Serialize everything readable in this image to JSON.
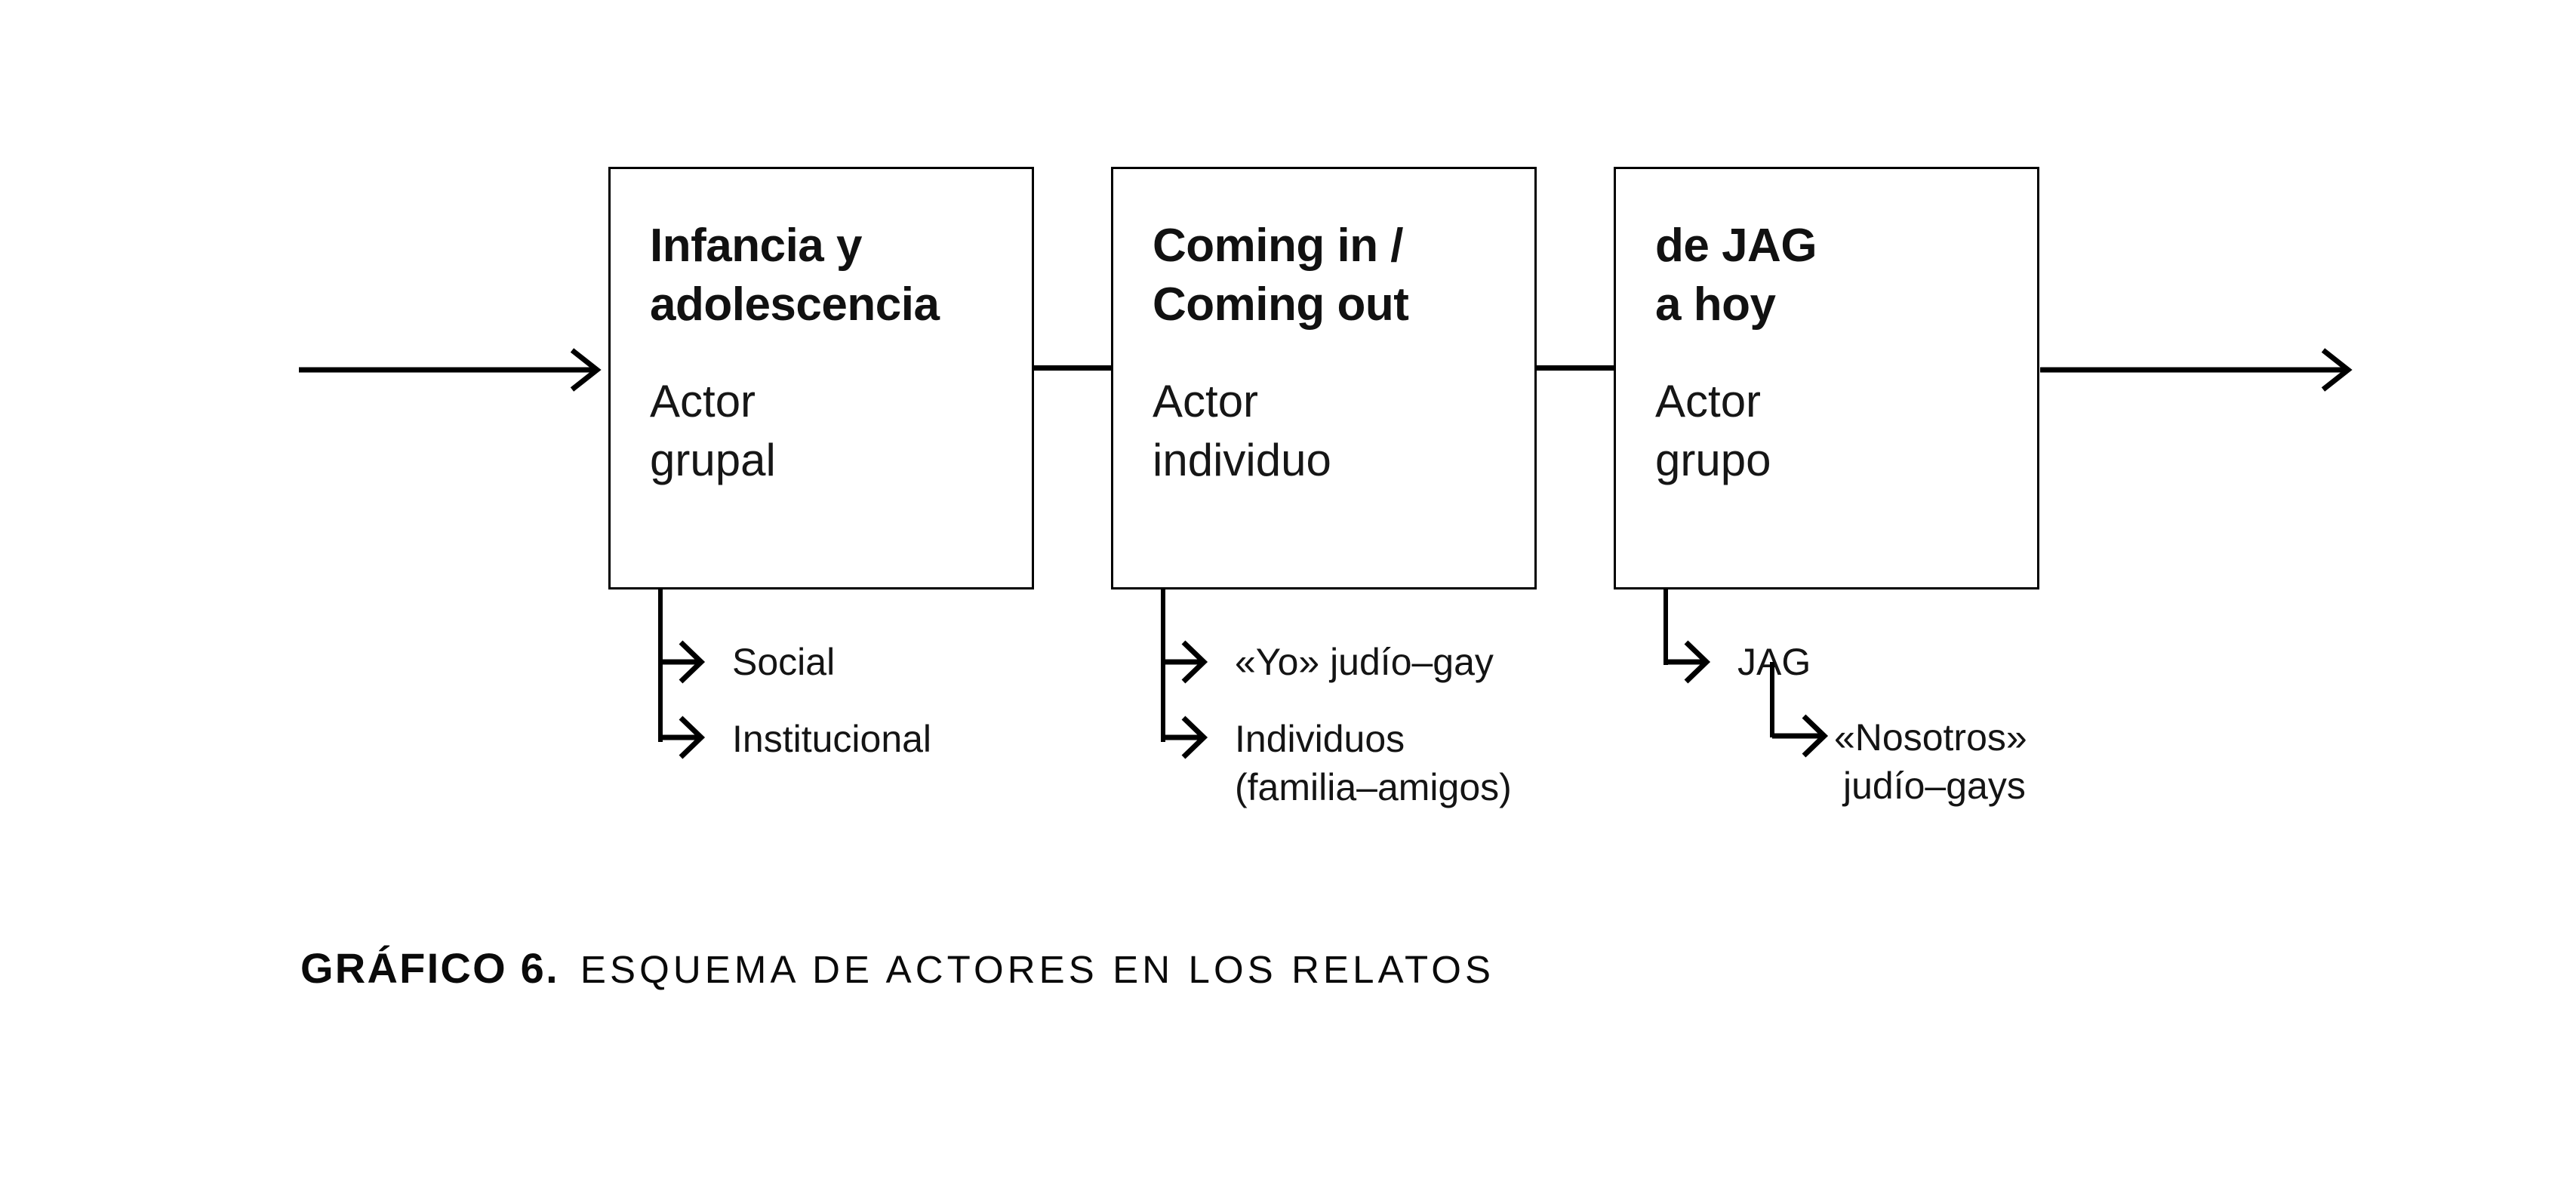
{
  "figure": {
    "stages": [
      {
        "title_lines": [
          "Infancia y",
          "adolescencia"
        ],
        "actor_lines": [
          "Actor",
          "grupal"
        ],
        "branches": [
          {
            "lines": [
              "Social"
            ]
          },
          {
            "lines": [
              "Institucional"
            ]
          }
        ]
      },
      {
        "title_lines": [
          "Coming in /",
          "Coming out"
        ],
        "actor_lines": [
          "Actor",
          "individuo"
        ],
        "branches": [
          {
            "lines": [
              "«Yo» judío–gay"
            ]
          },
          {
            "lines": [
              "Individuos",
              "(familia–amigos)"
            ]
          }
        ]
      },
      {
        "title_lines": [
          "de JAG",
          "a hoy"
        ],
        "actor_lines": [
          "Actor",
          "grupo"
        ],
        "branches": [
          {
            "lines": [
              "JAG"
            ]
          }
        ],
        "nested_branch": {
          "lines": [
            "«Nosotros»",
            "judío–gays"
          ]
        }
      }
    ],
    "caption": {
      "label": "GRÁFICO 6.",
      "text": "ESQUEMA DE ACTORES EN LOS RELATOS"
    },
    "colors": {
      "ink": "#000000",
      "paper": "#ffffff"
    }
  }
}
